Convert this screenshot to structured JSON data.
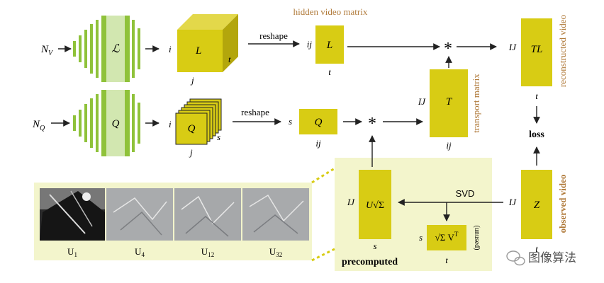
{
  "inputs": {
    "nv": "N",
    "nv_sub": "V",
    "nq": "N",
    "nq_sub": "Q",
    "net_l": "ℒ",
    "net_q": "Q"
  },
  "top_row": {
    "tensor_l": "L",
    "tensor_i": "i",
    "tensor_j": "j",
    "tensor_t": "t",
    "reshape": "reshape",
    "hidden_title": "hidden video matrix",
    "matrix_l": "L",
    "matrix_row": "ij",
    "matrix_col": "t",
    "tl_label": "TL",
    "tl_row": "IJ",
    "tl_col": "t",
    "reconstructed": "reconstructed video",
    "star": "*"
  },
  "middle_row": {
    "tensor_q": "Q",
    "tensor_i": "i",
    "tensor_j": "j",
    "tensor_s": "s",
    "reshape": "reshape",
    "matrix_q": "Q",
    "matrix_row": "s",
    "matrix_col": "ij",
    "star": "*",
    "t_label": "T",
    "t_row": "IJ",
    "t_col": "ij",
    "transport": "transport matrix",
    "loss": "loss"
  },
  "bottom": {
    "u_title": "U",
    "u_sigma": "√Σ",
    "u_row": "IJ",
    "u_col": "s",
    "svd": "SVD",
    "sv_main": "√Σ V",
    "sv_sup": "T",
    "sv_row": "s",
    "sv_col": "t",
    "unused": "(unused)",
    "precomputed": "precomputed",
    "z_label": "Z",
    "z_row": "IJ",
    "z_col": "t",
    "observed": "observed video"
  },
  "thumbs": [
    {
      "label": "U",
      "sub": "1"
    },
    {
      "label": "U",
      "sub": "4"
    },
    {
      "label": "U",
      "sub": "12"
    },
    {
      "label": "U",
      "sub": "32"
    }
  ],
  "watermark": "图像算法",
  "colors": {
    "mustard": "#d8cc14",
    "mustard_dark": "#b3a60c",
    "green": "#8fc23a",
    "panel": "#f3f5cc",
    "brown": "#b07a3a",
    "arrow": "#222222"
  }
}
